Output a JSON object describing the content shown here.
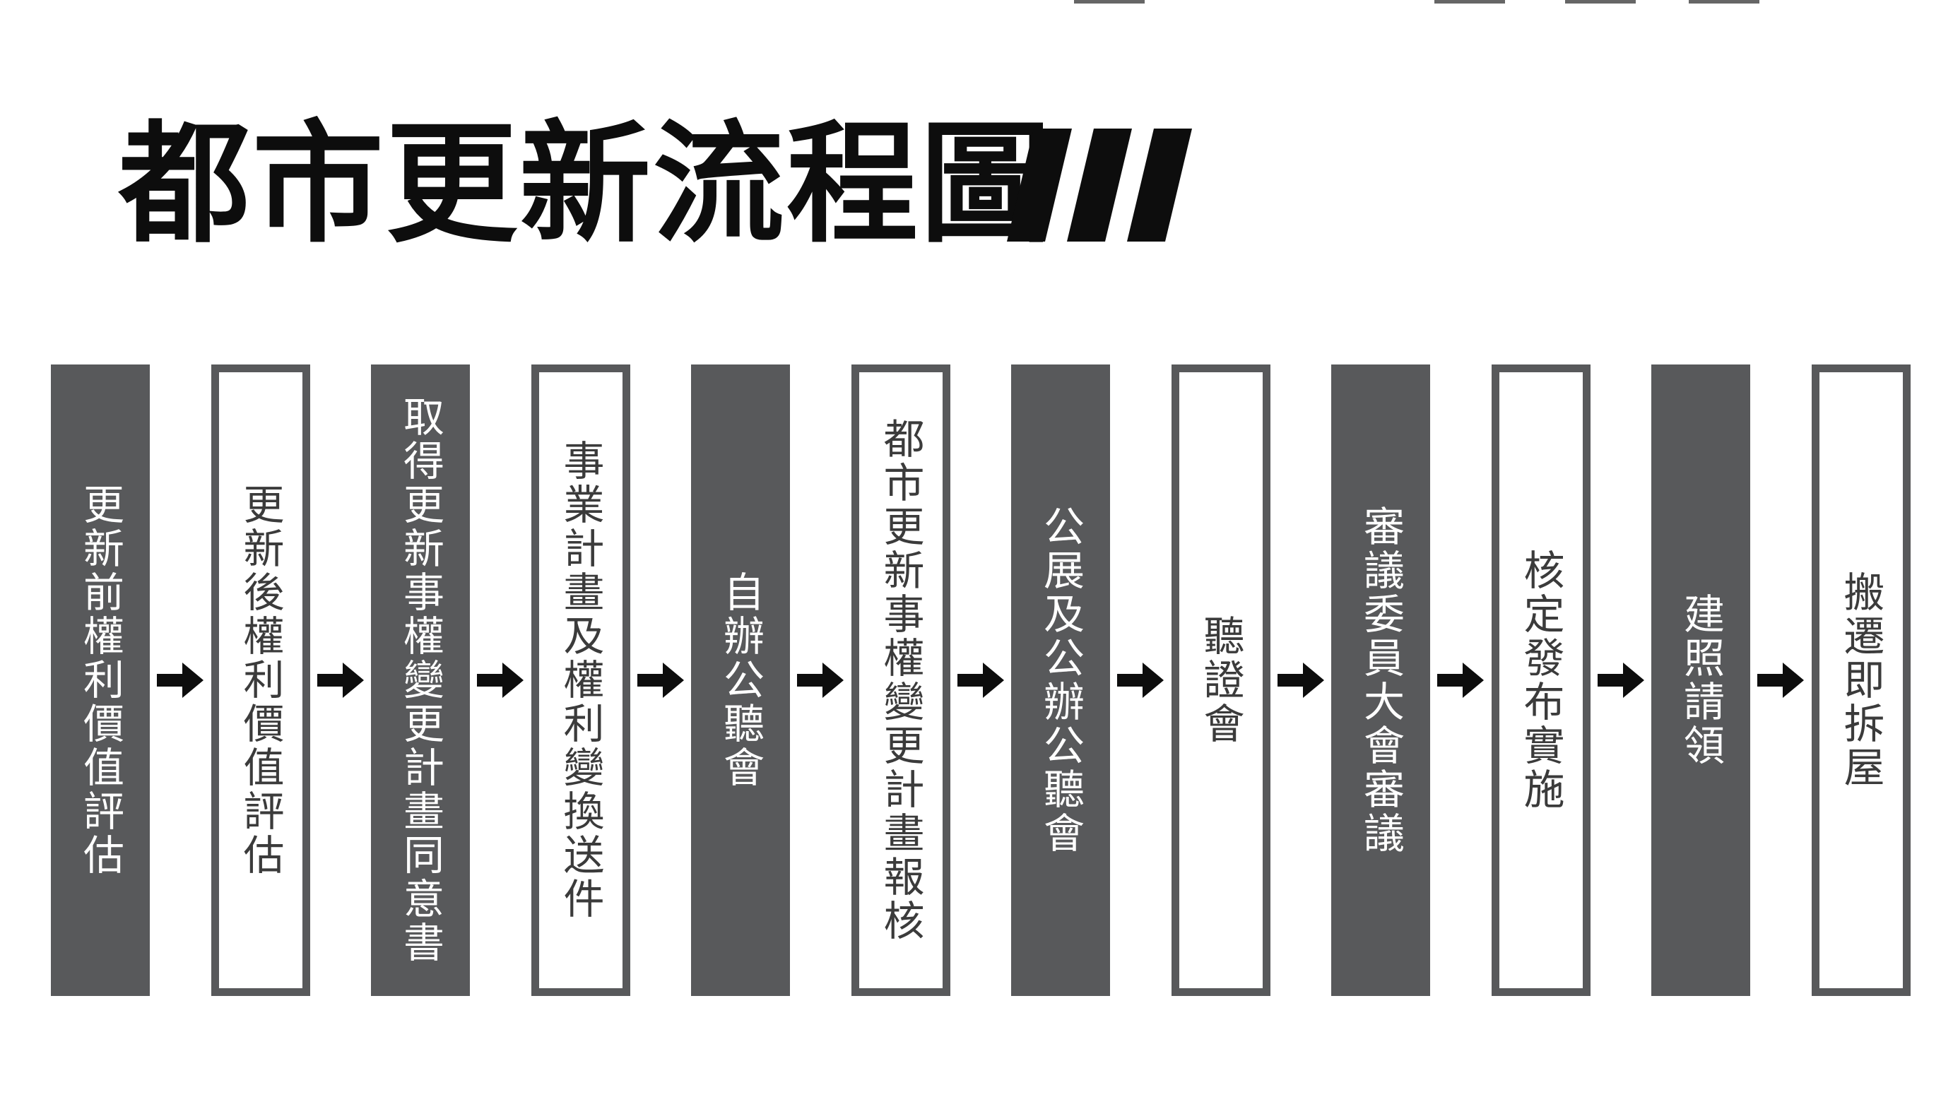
{
  "title": "都市更新流程圖",
  "colors": {
    "dark_fill": "#58595b",
    "outline": "#58595b",
    "title": "#0d0d0d",
    "arrow": "#0d0d0d"
  },
  "steps": [
    {
      "label": "更新前權利價值評估",
      "style": "dark"
    },
    {
      "label": "更新後權利價值評估",
      "style": "light"
    },
    {
      "label": "取得更新事權變更計畫同意書",
      "style": "dark"
    },
    {
      "label": "事業計畫及權利變換送件",
      "style": "light"
    },
    {
      "label": "自辦公聽會",
      "style": "dark"
    },
    {
      "label": "都市更新事權變更計畫報核",
      "style": "light"
    },
    {
      "label": "公展及公辦公聽會",
      "style": "dark"
    },
    {
      "label": "聽證會",
      "style": "light"
    },
    {
      "label": "審議委員大會審議",
      "style": "dark"
    },
    {
      "label": "核定發布實施",
      "style": "light"
    },
    {
      "label": "建照請領",
      "style": "dark"
    },
    {
      "label": "搬遷即拆屋",
      "style": "light"
    }
  ]
}
